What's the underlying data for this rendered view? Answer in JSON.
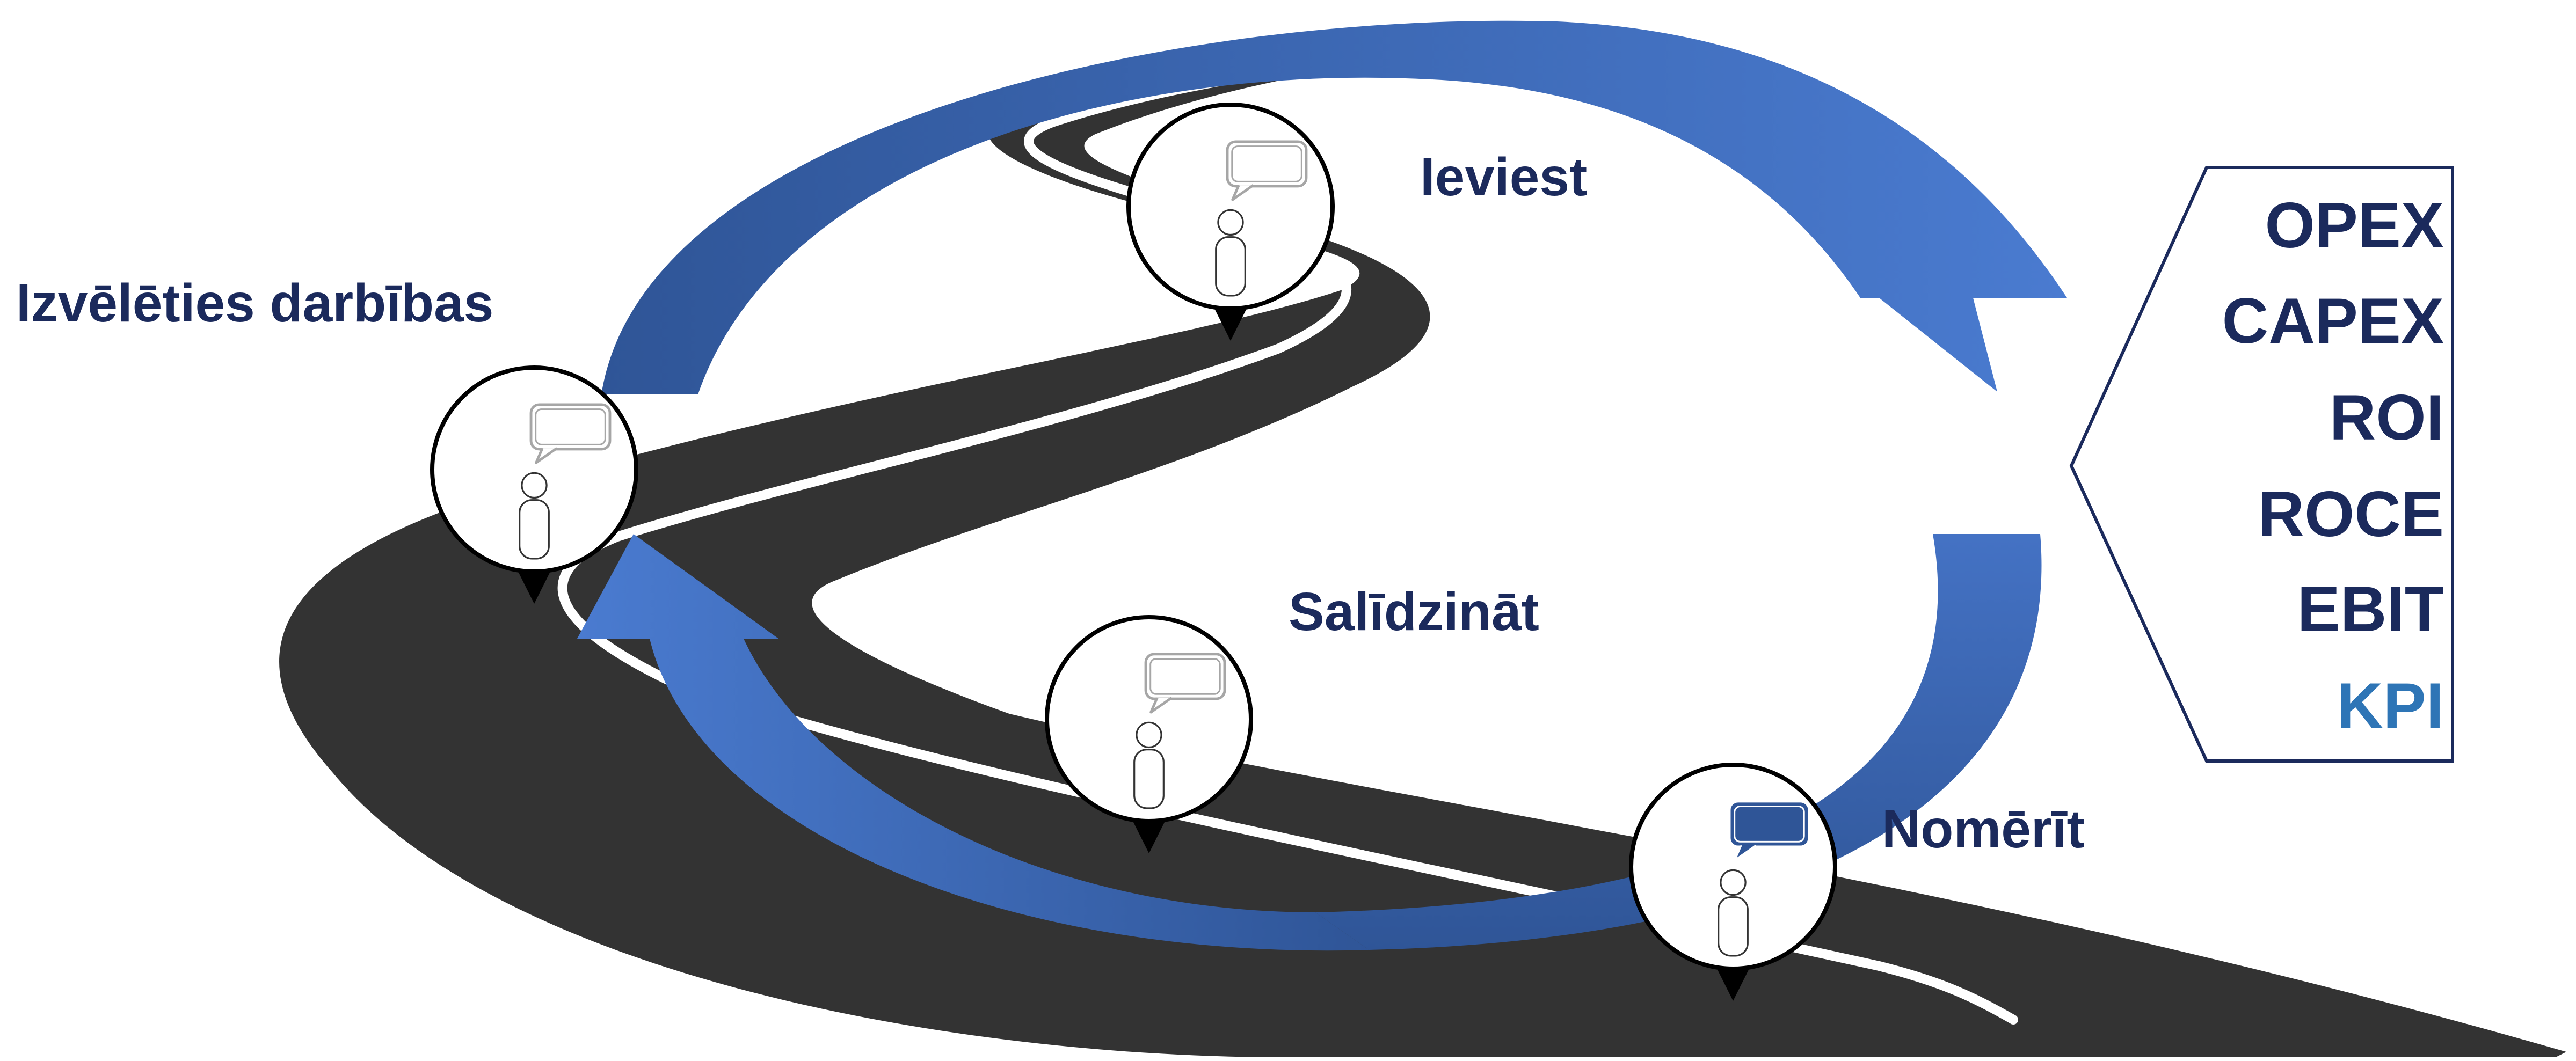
{
  "steps": [
    {
      "label": "Izvēlēties darbības"
    },
    {
      "label": "Ieviest"
    },
    {
      "label": "Salīdzināt"
    },
    {
      "label": "Nomērīt"
    }
  ],
  "metrics": [
    "OPEX",
    "CAPEX",
    "ROI",
    "ROCE",
    "EBIT",
    "KPI"
  ],
  "colors": {
    "road": "#333333",
    "road_line": "#ffffff",
    "arrow_dark": "#2f5597",
    "arrow_light": "#4472c4",
    "text_dark": "#1b2a5c",
    "text_accent": "#2e75b6",
    "pin_stroke": "#000000",
    "bubble_gray": "#a6a6a6",
    "bubble_blue": "#2f5597"
  },
  "icons": {
    "pin": "location-pin-icon",
    "people": "people-group-icon",
    "bubble": "speech-bubble-icon"
  }
}
